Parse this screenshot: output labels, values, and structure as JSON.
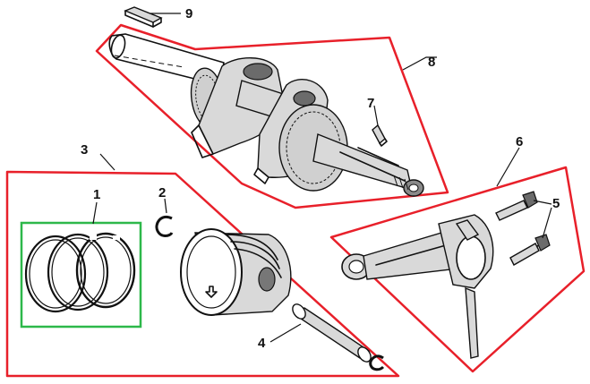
{
  "diagram": {
    "colors": {
      "group_outline": "#e8202a",
      "highlight_outline": "#2db84a",
      "line": "#111111",
      "part_fill": "#d9d9d9"
    },
    "callouts": [
      {
        "id": "ring-set",
        "label": "1"
      },
      {
        "id": "clip",
        "label": "2"
      },
      {
        "id": "piston-group",
        "label": "3"
      },
      {
        "id": "piston-pin",
        "label": "4"
      },
      {
        "id": "rod-bolts",
        "label": "5"
      },
      {
        "id": "connecting-rod-group",
        "label": "6"
      },
      {
        "id": "crank-key",
        "label": "7"
      },
      {
        "id": "crankshaft-group",
        "label": "8"
      },
      {
        "id": "top-key",
        "label": "9"
      }
    ]
  }
}
